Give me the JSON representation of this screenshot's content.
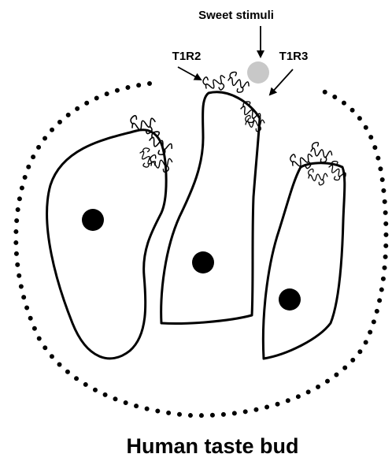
{
  "labels": {
    "stimulus": "Sweet stimuli",
    "receptor_left": "T1R2",
    "receptor_right": "T1R3",
    "caption": "Human taste bud"
  },
  "colors": {
    "ink": "#000000",
    "stimulus_fill": "#c8c8c8",
    "nucleus": "#000000"
  },
  "icons": {
    "stimulus": "sweet-molecule-circle",
    "receptor": "gpcr-coil-squiggle"
  }
}
